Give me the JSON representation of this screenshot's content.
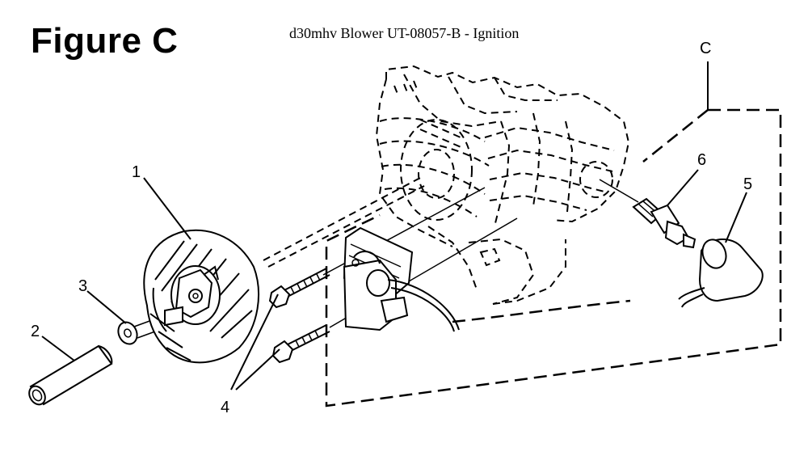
{
  "figure_label": "Figure C",
  "title": "d30mhv Blower UT-08057-B - Ignition",
  "callouts": {
    "c1": "1",
    "c2": "2",
    "c3": "3",
    "c4": "4",
    "c5": "5",
    "c6": "6",
    "cC": "C"
  }
}
